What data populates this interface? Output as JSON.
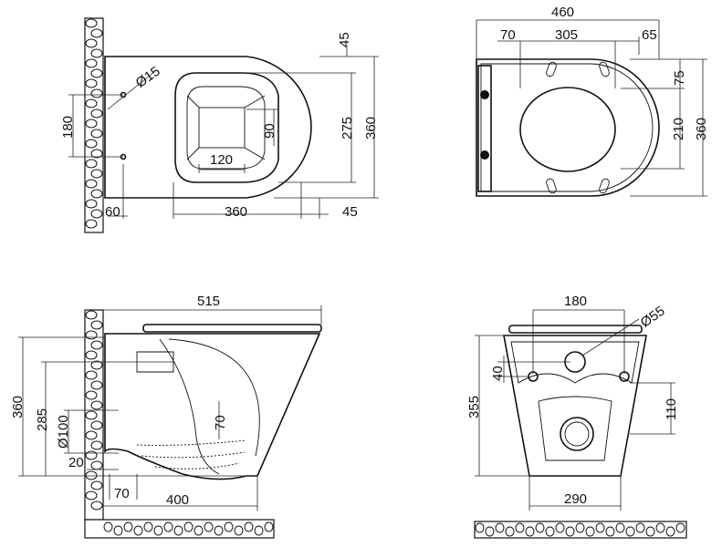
{
  "views": {
    "top_view": {
      "dims": {
        "d45_top": "45",
        "d15": "Ø15",
        "d180": "180",
        "d275": "275",
        "d360_v": "360",
        "d90": "90",
        "d120": "120",
        "d60": "60",
        "d360_h": "360",
        "d45_bottom": "45"
      }
    },
    "seat_view": {
      "dims": {
        "d460": "460",
        "d70": "70",
        "d305": "305",
        "d65": "65",
        "d75": "75",
        "d210": "210",
        "d360": "360"
      }
    },
    "side_view": {
      "dims": {
        "d515": "515",
        "d360": "360",
        "d285": "285",
        "d100": "Ø100",
        "d70_v": "70",
        "d20": "20",
        "d70_h": "70",
        "d400": "400"
      }
    },
    "back_view": {
      "dims": {
        "d180": "180",
        "d55": "Ø55",
        "d40": "40",
        "d355": "355",
        "d110": "110",
        "d290": "290"
      }
    }
  }
}
